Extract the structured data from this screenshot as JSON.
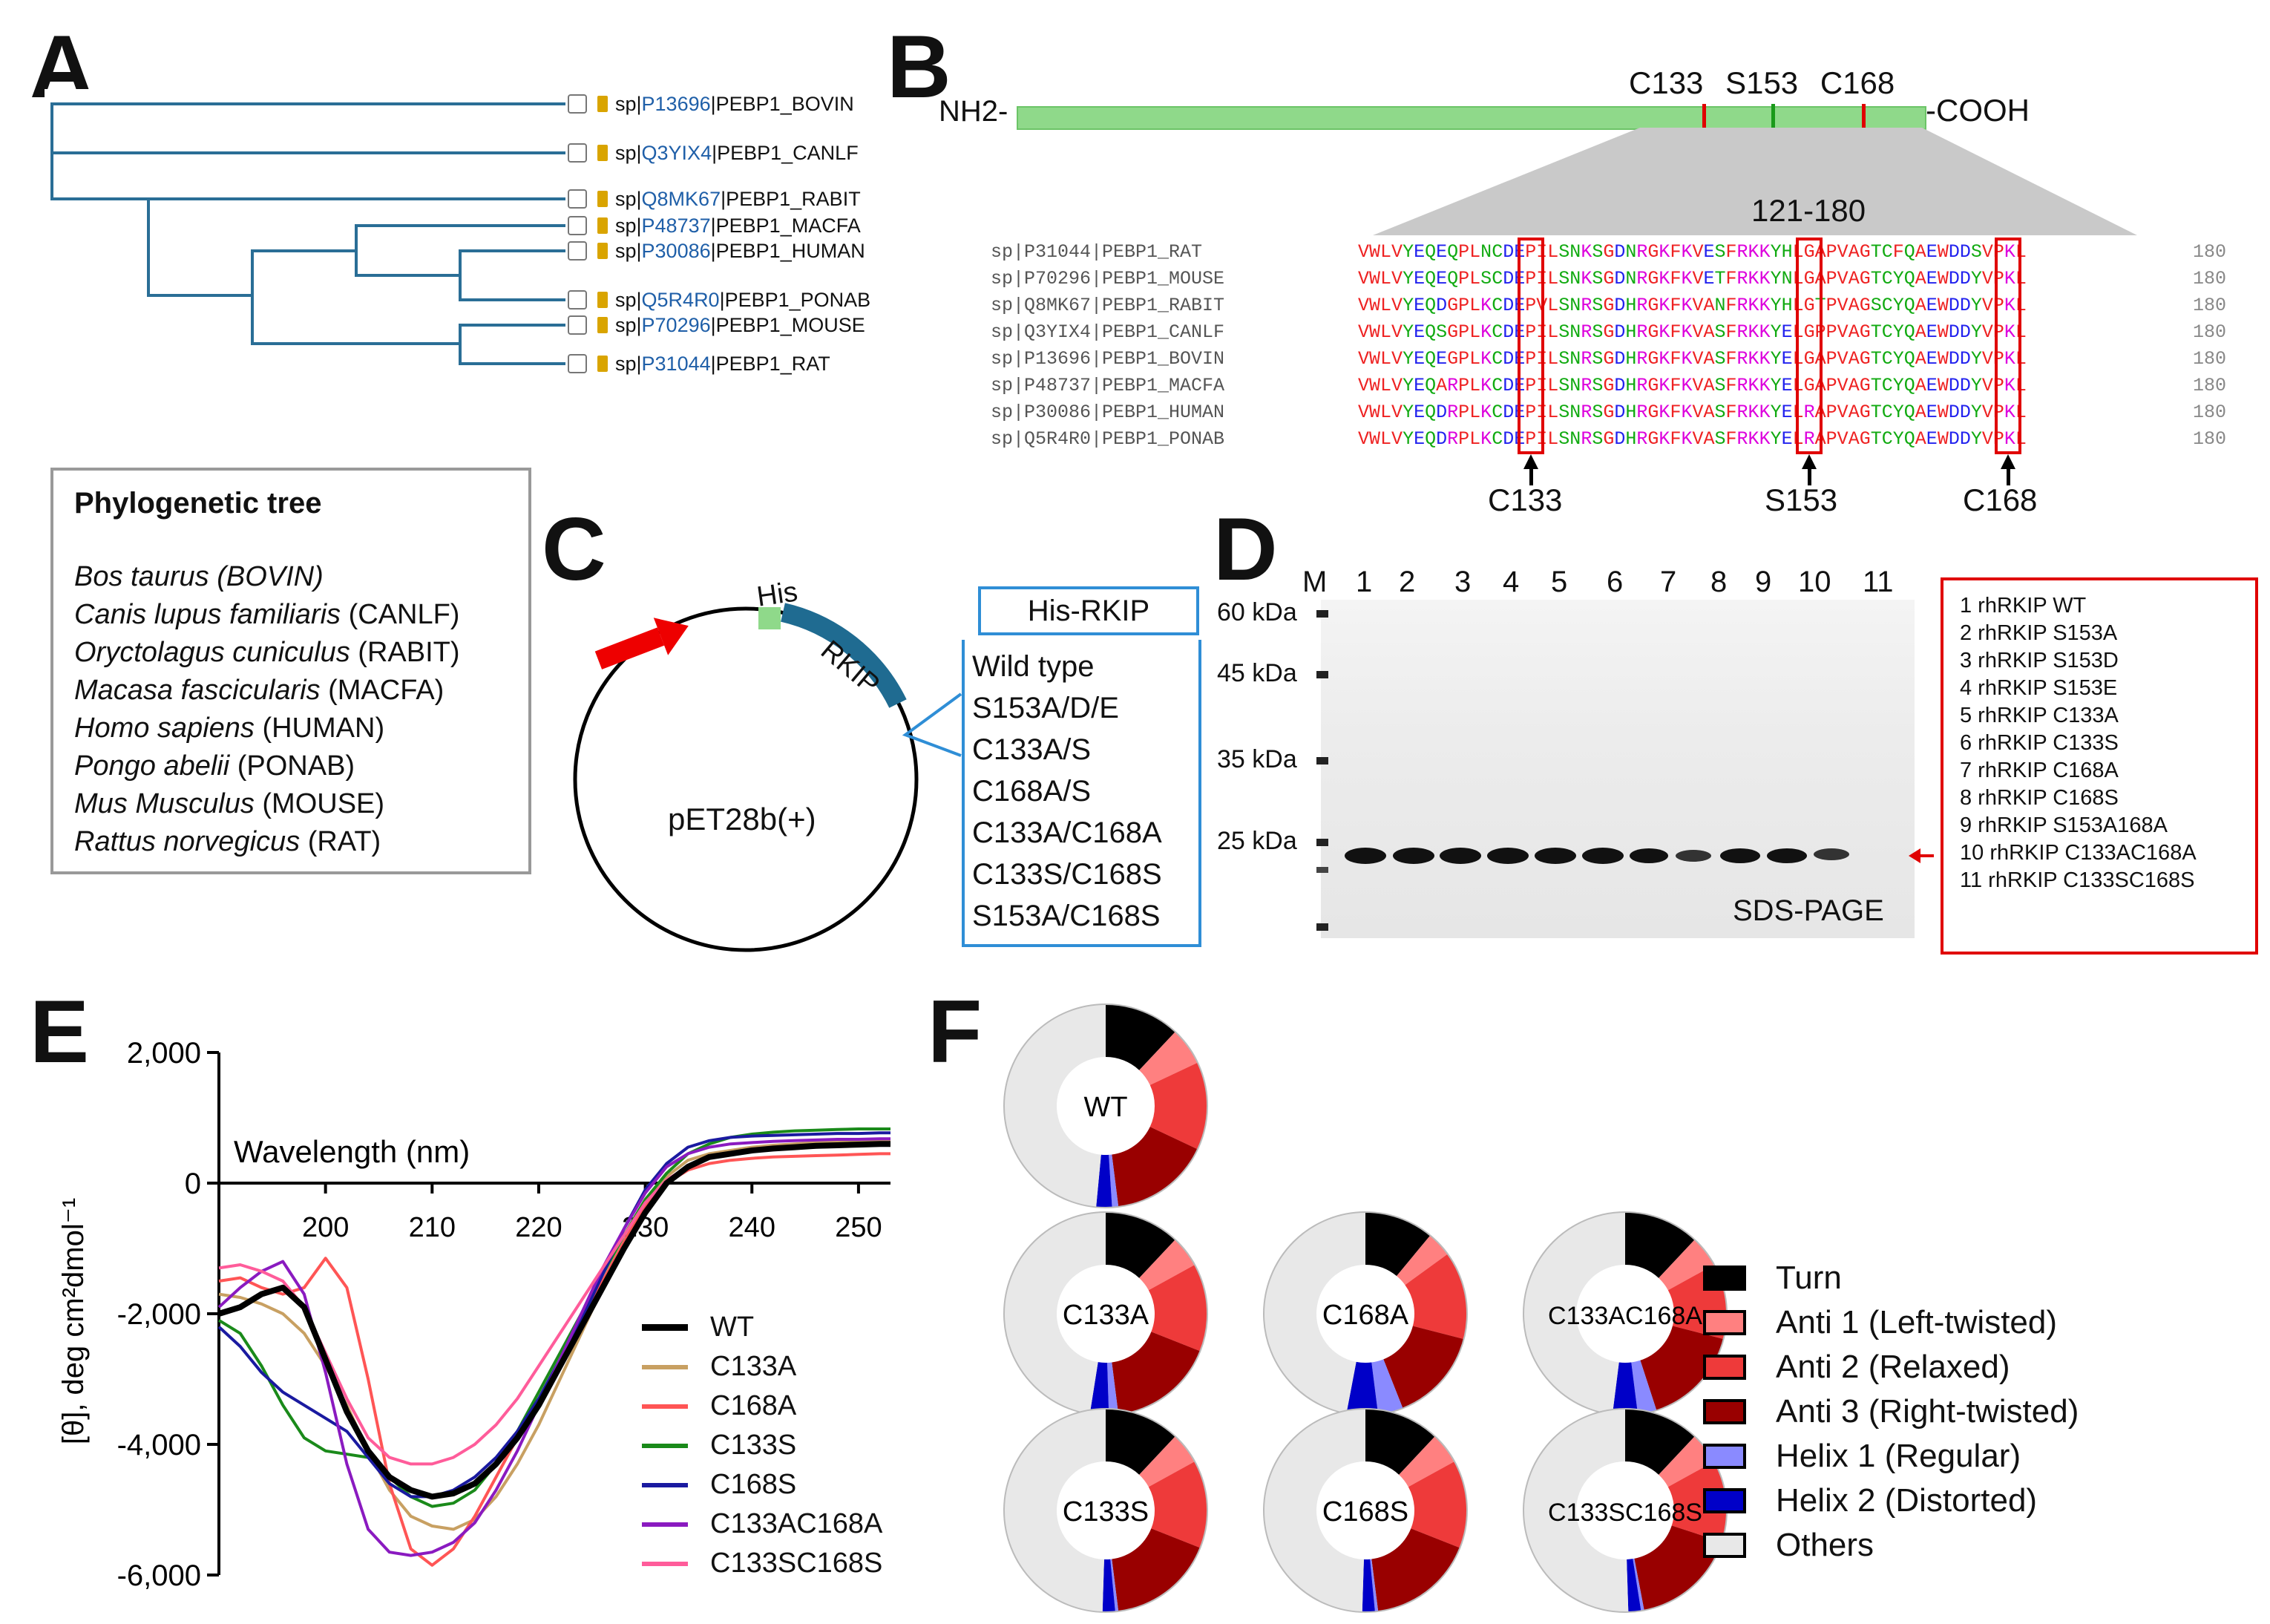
{
  "panels": {
    "A": "A",
    "B": "B",
    "C": "C",
    "D": "D",
    "E": "E",
    "F": "F"
  },
  "panelA": {
    "leaves": [
      {
        "prefix": "sp|",
        "accession": "P13696",
        "name": "|PEBP1_BOVIN"
      },
      {
        "prefix": "sp|",
        "accession": "Q3YIX4",
        "name": "|PEBP1_CANLF"
      },
      {
        "prefix": "sp|",
        "accession": "Q8MK67",
        "name": "|PEBP1_RABIT"
      },
      {
        "prefix": "sp|",
        "accession": "P48737",
        "name": "|PEBP1_MACFA"
      },
      {
        "prefix": "sp|",
        "accession": "P30086",
        "name": "|PEBP1_HUMAN"
      },
      {
        "prefix": "sp|",
        "accession": "Q5R4R0",
        "name": "|PEBP1_PONAB"
      },
      {
        "prefix": "sp|",
        "accession": "P70296",
        "name": "|PEBP1_MOUSE"
      },
      {
        "prefix": "sp|",
        "accession": "P31044",
        "name": "|PEBP1_RAT"
      }
    ],
    "legend_title": "Phylogenetic tree",
    "species": [
      {
        "latin": "Bos taurus (BOVIN)",
        "code": ""
      },
      {
        "latin": "Canis lupus familiaris",
        "code": " (CANLF)"
      },
      {
        "latin": "Oryctolagus cuniculus",
        "code": " (RABIT)"
      },
      {
        "latin": "Macasa fascicularis",
        "code": " (MACFA)"
      },
      {
        "latin": "Homo sapiens",
        "code": " (HUMAN)"
      },
      {
        "latin": "Pongo abelii",
        "code": " (PONAB)"
      },
      {
        "latin": "Mus Musculus",
        "code": " (MOUSE)"
      },
      {
        "latin": "Rattus norvegicus",
        "code": " (RAT)"
      }
    ]
  },
  "panelB": {
    "nh2": "NH2-",
    "cooh": "-COOH",
    "site_labels": [
      "C133",
      "S153",
      "C168"
    ],
    "range_label": "121-180",
    "sequence_names": [
      "sp|P31044|PEBP1_RAT",
      "sp|P70296|PEBP1_MOUSE",
      "sp|Q8MK67|PEBP1_RABIT",
      "sp|Q3YIX4|PEBP1_CANLF",
      "sp|P13696|PEBP1_BOVIN",
      "sp|P48737|PEBP1_MACFA",
      "sp|P30086|PEBP1_HUMAN",
      "sp|Q5R4R0|PEBP1_PONAB"
    ],
    "sequences": [
      "VWLVYEQEQPLNCDEPILSNKSGDNRGKFKVESFRKKYHLGAPVAGTCFQAEWDDSVPKL",
      "VWLVYEQEQPLSCDEPILSNKSGDNRGKFKVETFRKKYNLGAPVAGTCYQAEWDDYVPKL",
      "VWLVYEQDGPLKCDEPVLSNRSGDHRGKFKVANFRKKYHLGTPVAGSCYQAEWDDYVPKL",
      "VWLVYEQSGPLKCDEPILSNRSGDHRGKFKVASFRKKYELGPPVAGTCYQAEWDDYVPKL",
      "VWLVYEQEGPLKCDEPILSNRSGDHRGKFKVASFRKKYELGAPVAGTCYQAEWDDYVPKL",
      "VWLVYEQARPLKCDEPILSNRSGDHRGKFKVASFRKKYELGAPVAGTCYQAEWDDYVPKL",
      "VWLVYEQDRPLKCDEPILSNRSGDHRGKFKVASFRKKYELRAPVAGTCYQAEWDDYVPKL",
      "VWLVYEQDRPLKCDEPILSNRSGDHRGKFKVASFRKKYELRAPVAGTCYQAEWDDYVPKL"
    ],
    "end_number": "180",
    "arrow_labels": [
      "C133",
      "S153",
      "C168"
    ]
  },
  "panelC": {
    "plasmid": "pET28b(+)",
    "his": "His",
    "rkip": "RKIP",
    "box_title": "His-RKIP",
    "constructs": [
      "Wild type",
      "S153A/D/E",
      "C133A/S",
      "C168A/S",
      "C133A/C168A",
      "C133S/C168S",
      "S153A/C168S"
    ]
  },
  "panelD": {
    "marker": "M",
    "lanes": [
      "1",
      "2",
      "3",
      "4",
      "5",
      "6",
      "7",
      "8",
      "9",
      "10",
      "11"
    ],
    "mw_labels": [
      "60 kDa",
      "45 kDa",
      "35 kDa",
      "25 kDa"
    ],
    "gel_label": "SDS-PAGE",
    "key": [
      "1   rhRKIP WT",
      "2   rhRKIP S153A",
      "3   rhRKIP S153D",
      "4   rhRKIP S153E",
      "5   rhRKIP C133A",
      "6   rhRKIP C133S",
      "7   rhRKIP C168A",
      "8   rhRKIP C168S",
      "9   rhRKIP S153A168A",
      "10 rhRKIP C133AC168A",
      "11 rhRKIP C133SC168S"
    ]
  },
  "chart_data": [
    {
      "type": "line",
      "panel": "E",
      "xlabel": "Wavelength (nm)",
      "ylabel": "[θ], deg cm²dmol⁻¹",
      "xlim": [
        190,
        253
      ],
      "ylim": [
        -6000,
        2000
      ],
      "xticks": [
        "200",
        "210",
        "220",
        "230",
        "240",
        "250"
      ],
      "yticks": [
        "2,000",
        "0",
        "-2,000",
        "-4,000",
        "-6,000"
      ],
      "x": [
        190,
        192,
        194,
        196,
        198,
        200,
        202,
        204,
        206,
        208,
        210,
        212,
        214,
        216,
        218,
        220,
        222,
        224,
        226,
        228,
        230,
        232,
        234,
        236,
        238,
        240,
        242,
        244,
        246,
        248,
        250,
        252,
        253
      ],
      "series": [
        {
          "name": "WT",
          "color": "#000000",
          "values": [
            -2000,
            -1900,
            -1700,
            -1600,
            -1900,
            -2700,
            -3500,
            -4100,
            -4500,
            -4700,
            -4800,
            -4750,
            -4600,
            -4300,
            -3900,
            -3400,
            -2800,
            -2200,
            -1600,
            -1000,
            -450,
            0,
            250,
            400,
            450,
            500,
            530,
            550,
            570,
            580,
            590,
            600,
            600
          ]
        },
        {
          "name": "C133A",
          "color": "#c8a062",
          "values": [
            -1700,
            -1750,
            -1850,
            -2000,
            -2300,
            -2800,
            -3400,
            -4100,
            -4700,
            -5100,
            -5250,
            -5300,
            -5150,
            -4800,
            -4300,
            -3700,
            -3000,
            -2300,
            -1600,
            -900,
            -300,
            100,
            350,
            450,
            500,
            550,
            580,
            600,
            620,
            640,
            650,
            650,
            650
          ]
        },
        {
          "name": "C168A",
          "color": "#ff5555",
          "values": [
            -1500,
            -1450,
            -1600,
            -1700,
            -1600,
            -1150,
            -1600,
            -3000,
            -4600,
            -5600,
            -5850,
            -5600,
            -5100,
            -4500,
            -3900,
            -3300,
            -2700,
            -2100,
            -1500,
            -900,
            -350,
            0,
            200,
            300,
            350,
            380,
            400,
            410,
            420,
            430,
            440,
            450,
            450
          ]
        },
        {
          "name": "C133S",
          "color": "#1a8a1a",
          "values": [
            -2100,
            -2300,
            -2800,
            -3400,
            -3900,
            -4100,
            -4150,
            -4200,
            -4500,
            -4800,
            -4950,
            -4900,
            -4700,
            -4300,
            -3800,
            -3200,
            -2600,
            -2000,
            -1400,
            -800,
            -250,
            150,
            450,
            600,
            700,
            750,
            780,
            800,
            810,
            820,
            830,
            830,
            830
          ]
        },
        {
          "name": "C168S",
          "color": "#1a1aa0",
          "values": [
            -2200,
            -2500,
            -2900,
            -3200,
            -3400,
            -3600,
            -3800,
            -4200,
            -4600,
            -4800,
            -4800,
            -4700,
            -4500,
            -4200,
            -3800,
            -3300,
            -2700,
            -2100,
            -1400,
            -700,
            -100,
            300,
            550,
            650,
            700,
            720,
            730,
            740,
            750,
            760,
            760,
            770,
            770
          ]
        },
        {
          "name": "C133AC168A",
          "color": "#8a1ac0",
          "values": [
            -1900,
            -1600,
            -1350,
            -1200,
            -1700,
            -2900,
            -4300,
            -5300,
            -5650,
            -5700,
            -5650,
            -5500,
            -5200,
            -4700,
            -4100,
            -3400,
            -2700,
            -2000,
            -1300,
            -700,
            -150,
            250,
            450,
            550,
            600,
            620,
            640,
            650,
            660,
            670,
            670,
            680,
            680
          ]
        },
        {
          "name": "C133SC168S",
          "color": "#ff5c9a",
          "values": [
            -1300,
            -1250,
            -1350,
            -1500,
            -1900,
            -2600,
            -3300,
            -3900,
            -4200,
            -4300,
            -4300,
            -4200,
            -4000,
            -3700,
            -3300,
            -2800,
            -2300,
            -1800,
            -1300,
            -800,
            -300,
            50,
            250,
            380,
            450,
            500,
            520,
            540,
            550,
            560,
            570,
            580,
            580
          ]
        }
      ]
    },
    {
      "type": "pie",
      "panel": "F",
      "categories": [
        "Turn",
        "Anti 1 (Left-twisted)",
        "Anti 2 (Relaxed)",
        "Anti 3 (Right-twisted)",
        "Helix 1 (Regular)",
        "Helix 2 (Distorted)",
        "Others"
      ],
      "colors": [
        "#000000",
        "#ff8080",
        "#ee3a3a",
        "#990000",
        "#8a8aff",
        "#0000c8",
        "#e8e8e8"
      ],
      "series": [
        {
          "name": "WT",
          "values": [
            0.12,
            0.06,
            0.14,
            0.16,
            0.01,
            0.025,
            0.485
          ]
        },
        {
          "name": "C133A",
          "values": [
            0.12,
            0.05,
            0.14,
            0.17,
            0.015,
            0.03,
            0.475
          ]
        },
        {
          "name": "C168A",
          "values": [
            0.11,
            0.04,
            0.14,
            0.15,
            0.04,
            0.05,
            0.47
          ]
        },
        {
          "name": "C133AC168A",
          "values": [
            0.12,
            0.05,
            0.12,
            0.16,
            0.03,
            0.04,
            0.48
          ]
        },
        {
          "name": "C133S",
          "values": [
            0.12,
            0.05,
            0.14,
            0.17,
            0.005,
            0.02,
            0.495
          ]
        },
        {
          "name": "C168S",
          "values": [
            0.12,
            0.05,
            0.14,
            0.17,
            0.005,
            0.02,
            0.495
          ]
        },
        {
          "name": "C133SC168S",
          "values": [
            0.12,
            0.05,
            0.13,
            0.17,
            0.005,
            0.02,
            0.505
          ]
        }
      ]
    }
  ]
}
